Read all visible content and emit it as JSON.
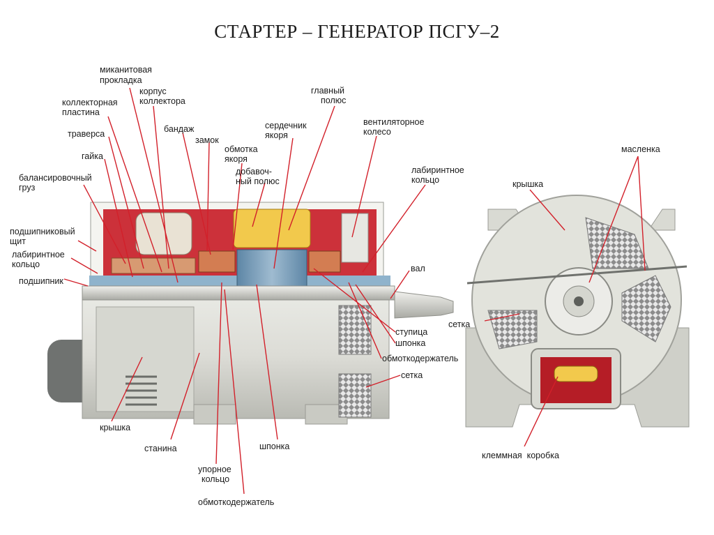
{
  "title": "СТАРТЕР – ГЕНЕРАТОР ПСГУ–2",
  "labels": {
    "mikanit": [
      "миканитовая",
      "прокладка"
    ],
    "korpus_koll": [
      "корпус",
      "коллектора"
    ],
    "koll_plastina": [
      "коллекторная",
      "пластина"
    ],
    "glavny_polus": [
      "главный",
      "полюс"
    ],
    "bandazh": "бандаж",
    "traversa": "траверса",
    "serdechnik": [
      "сердечник",
      "якоря"
    ],
    "ventilyator": [
      "вентиляторное",
      "колесо"
    ],
    "zamok": "замок",
    "gaika": "гайка",
    "obmotka": [
      "обмотка",
      "якоря"
    ],
    "dobavochny": [
      "добавоч-",
      "ный полюс"
    ],
    "balans": [
      "балансировочный",
      "груз"
    ],
    "labirint_right": [
      "лабиринтное",
      "кольцо"
    ],
    "podsh_shchit": [
      "подшипниковый",
      "щит"
    ],
    "labirint_left": [
      "лабиринтное",
      "кольцо"
    ],
    "podshipnik": "подшипник",
    "val": "вал",
    "stupica": "ступица",
    "shponka_right": "шпонка",
    "obmotkoderzh_right": "обмоткодержатель",
    "setka_bottom": "сетка",
    "kryshka_left": "крышка",
    "stanina": "станина",
    "shponka_bottom": "шпонка",
    "upornoe": [
      "упорное",
      "кольцо"
    ],
    "obmotkoderzh_bottom": "обмоткодержатель",
    "maslenka": "масленка",
    "kryshka_end": "крышка",
    "setka_end": "сетка",
    "klemmnaya": "клеммная  коробка"
  }
}
